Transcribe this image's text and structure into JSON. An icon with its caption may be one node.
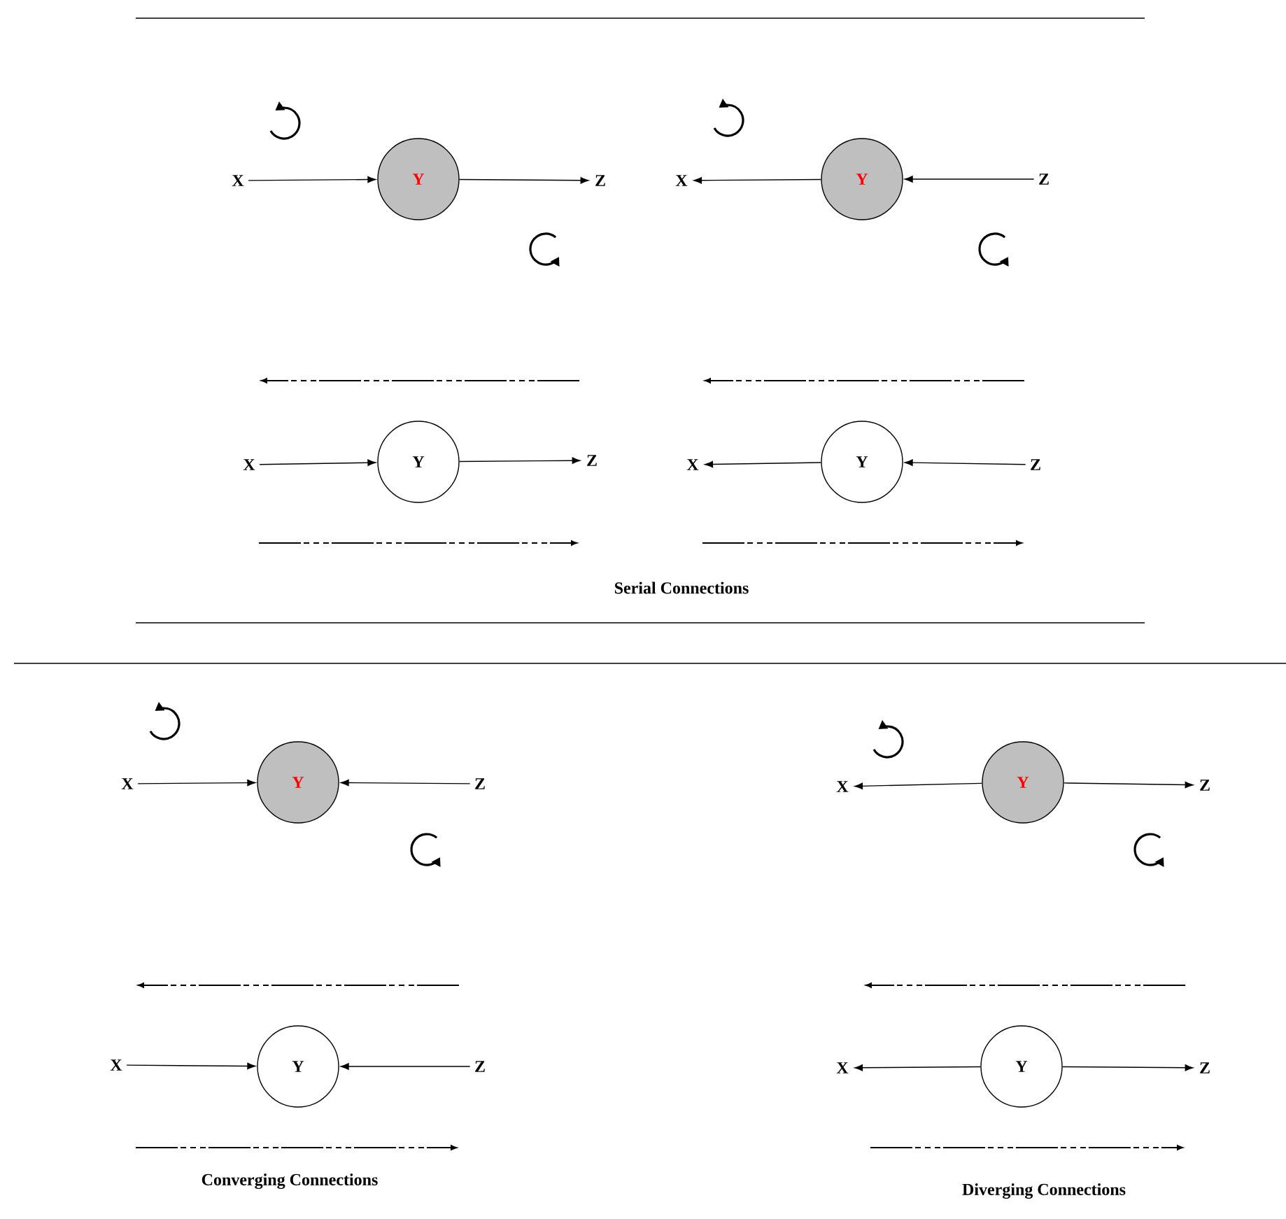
{
  "diagram": {
    "nodes": [
      {
        "text": [
          "X"
        ]
      },
      {
        "text": [
          "Y"
        ]
      },
      {
        "text": [
          "Z"
        ]
      },
      {
        "text": [
          "X"
        ]
      },
      {
        "text": [
          "Y"
        ]
      },
      {
        "text": [
          "Z"
        ]
      },
      {
        "text": [
          "X"
        ]
      },
      {
        "text": [
          "Y"
        ]
      },
      {
        "text": [
          "Z"
        ]
      },
      {
        "text": [
          "X"
        ]
      },
      {
        "text": [
          "Y"
        ]
      },
      {
        "text": [
          "Z"
        ]
      },
      {
        "text": [
          "X"
        ]
      },
      {
        "text": [
          "Y"
        ]
      },
      {
        "text": [
          "Z"
        ]
      },
      {
        "text": [
          "X"
        ]
      },
      {
        "text": [
          "Y"
        ]
      },
      {
        "text": [
          "Z"
        ]
      },
      {
        "text": [
          "X"
        ]
      },
      {
        "text": [
          "Y"
        ]
      },
      {
        "text": [
          "Z"
        ]
      },
      {
        "text": [
          "X"
        ]
      },
      {
        "text": [
          "Y"
        ]
      },
      {
        "text": [
          "Z"
        ]
      }
    ],
    "edges": [
      {
        "from": 0,
        "to": 1,
        "arrow": "to"
      },
      {
        "from": 1,
        "to": 2,
        "arrow": "to"
      },
      {
        "from": 4,
        "to": 3,
        "arrow": "to"
      },
      {
        "from": 5,
        "to": 4,
        "arrow": "to"
      },
      {
        "from": 6,
        "to": 7,
        "arrow": "to"
      },
      {
        "from": 7,
        "to": 8,
        "arrow": "to"
      },
      {
        "from": 10,
        "to": 9,
        "arrow": "to"
      },
      {
        "from": 11,
        "to": 10,
        "arrow": "to"
      },
      {
        "from": 12,
        "to": 13,
        "arrow": "to"
      },
      {
        "from": 14,
        "to": 13,
        "arrow": "to"
      },
      {
        "from": 16,
        "to": 15,
        "arrow": "to"
      },
      {
        "from": 16,
        "to": 17,
        "arrow": "to"
      },
      {
        "from": 18,
        "to": 19,
        "arrow": "to"
      },
      {
        "from": 20,
        "to": 19,
        "arrow": "to"
      },
      {
        "from": 22,
        "to": 21,
        "arrow": "to"
      },
      {
        "from": 22,
        "to": 23,
        "arrow": "to"
      }
    ],
    "labels": [
      "Serial Connections",
      "Converging Connections",
      "Diverging Connections"
    ]
  }
}
